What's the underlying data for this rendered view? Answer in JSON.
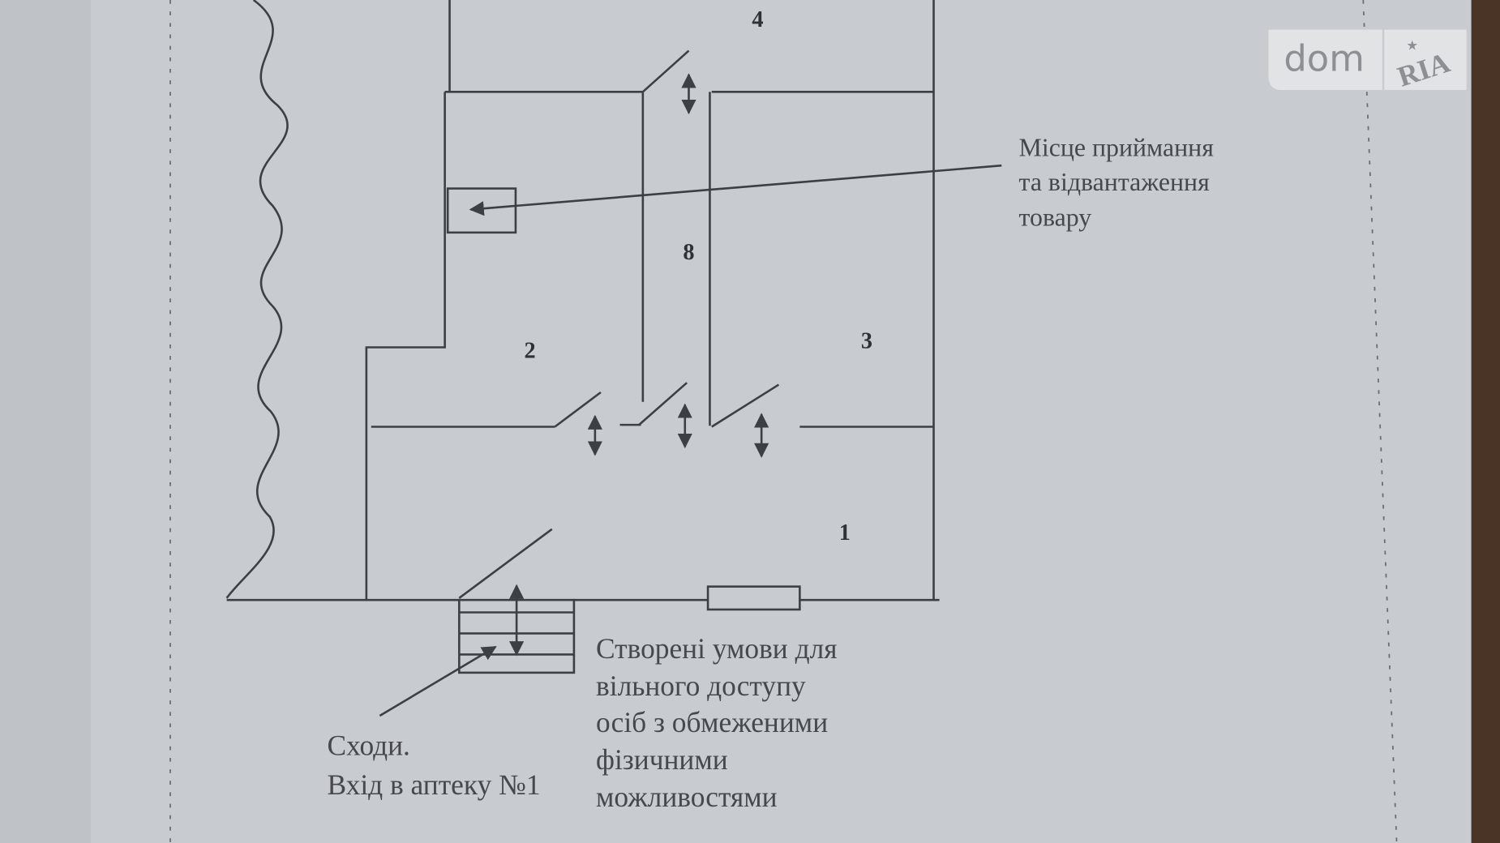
{
  "plan": {
    "rooms": [
      "4",
      "8",
      "2",
      "3",
      "1"
    ],
    "callout_receiving": [
      "Місце приймання",
      "та відвантаження",
      "товару"
    ],
    "callout_stairs": [
      "Сходи.",
      "Вхід в аптеку №1"
    ],
    "callout_access": [
      "Створені умови для",
      "вільного доступу",
      "осіб з обмеженими",
      "фізичними",
      "можливостями"
    ]
  },
  "watermark": {
    "left": "dom",
    "right": "RIA"
  },
  "colors": {
    "paper": "#c8cbcf",
    "ink": "#3c3f44",
    "frame": "#4a3426"
  }
}
